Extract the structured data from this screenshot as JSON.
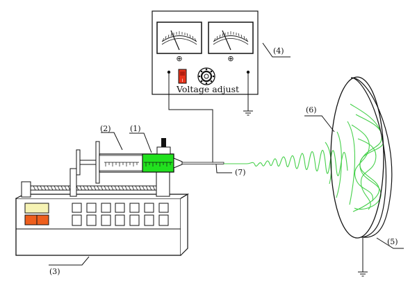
{
  "voltage_label": "Voltage adjust",
  "labels": {
    "l1": "(1)",
    "l2": "(2)",
    "l3": "(3)",
    "l4": "(4)",
    "l5": "(5)",
    "l6": "(6)",
    "l7": "(7)"
  },
  "meter_symbol": "⊕",
  "switch_text": "I",
  "colors": {
    "syringe_green": "#22e11f",
    "jet_green": "#45d04a",
    "switch_red": "#e8331c",
    "button_orange": "#ee5f1d",
    "display_yellow": "#f6f3b4",
    "outline": "#111111"
  }
}
